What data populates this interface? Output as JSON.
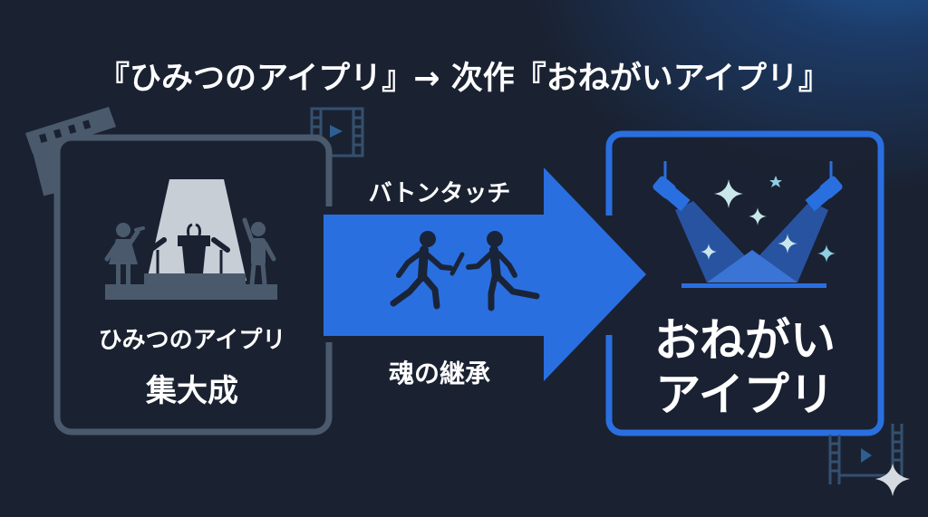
{
  "title": "『ひみつのアイプリ』→ 次作『おねがいアイプリ』",
  "left_panel": {
    "line1": "ひみつのアイプリ",
    "line2": "集大成",
    "icon": "stage-spotlight-podium-icon"
  },
  "arrow": {
    "top_label": "バトンタッチ",
    "bottom_label": "魂の継承",
    "icon": "relay-baton-pass-icon"
  },
  "right_panel": {
    "line1": "おねがい",
    "line2": "アイプリ",
    "icon": "spotlights-sparkles-icon"
  },
  "decorations": {
    "clapperboard": "clapperboard-icon",
    "film_top": "film-strip-play-icon",
    "film_bottom": "film-strip-play-icon",
    "sparkle": "sparkle-icon"
  },
  "colors": {
    "background": "#1a2232",
    "accent_blue": "#2a6fe0",
    "muted_gray": "#4a5a6c",
    "spotlight_light": "#c8ced6",
    "text": "#ffffff"
  }
}
